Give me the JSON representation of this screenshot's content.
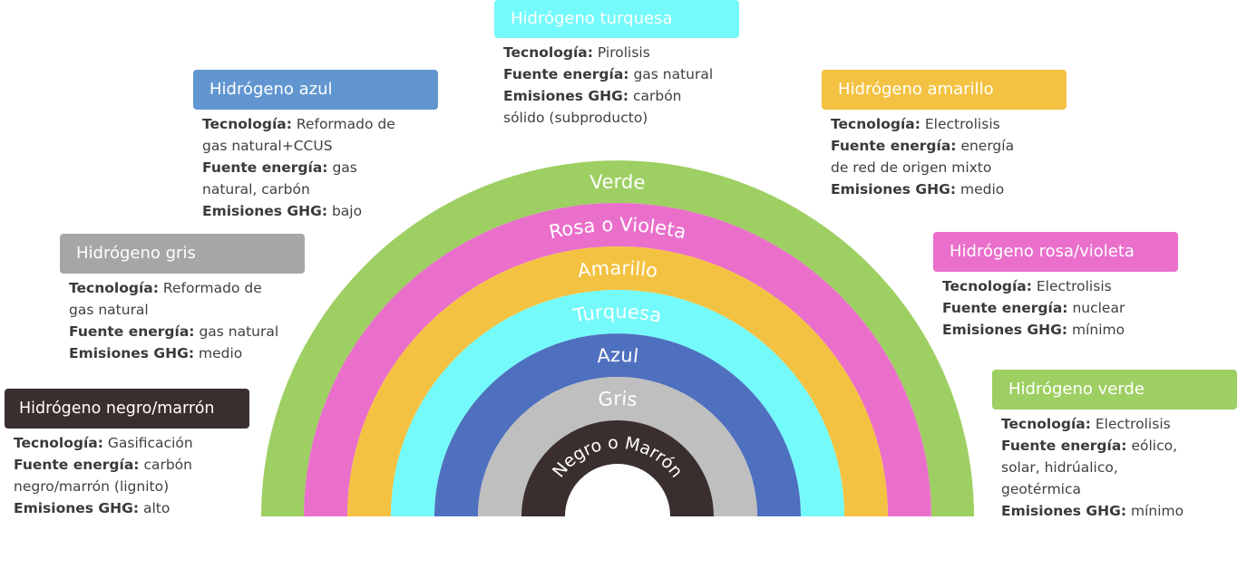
{
  "colors": {
    "verde": "#9ecf63",
    "rosa": "#ea6fcb",
    "amarillo": "#f4c242",
    "turquesa": "#74fafb",
    "azul": "#4e70be",
    "gris": "#bfbfbf",
    "negro": "#3b2e2e",
    "header_gris": "#a6a6a6",
    "header_azul": "#6196d1",
    "header_negro": "#3b2e2e"
  },
  "arcs": [
    {
      "key": "verde",
      "label": "Verde"
    },
    {
      "key": "rosa",
      "label": "Rosa o Violeta"
    },
    {
      "key": "amarillo",
      "label": "Amarillo"
    },
    {
      "key": "turquesa",
      "label": "Turquesa"
    },
    {
      "key": "azul",
      "label": "Azul"
    },
    {
      "key": "gris",
      "label": "Gris"
    },
    {
      "key": "negro",
      "label": "Negro o Marrón"
    }
  ],
  "labels": {
    "tecnologia": "Tecnología:",
    "fuente": "Fuente energía:",
    "emisiones": "Emisiones GHG:"
  },
  "cards": {
    "turquesa": {
      "title": "Hidrógeno turquesa",
      "tecnologia": "Pirolisis",
      "fuente_line1": "gas natural",
      "emisiones_line1": "carbón",
      "emisiones_line2": "sólido (subproducto)"
    },
    "azul": {
      "title": "Hidrógeno azul",
      "tecnologia_line1": "Reformado de",
      "tecnologia_line2": "gas natural+CCUS",
      "fuente_line1": "gas",
      "fuente_line2": "natural, carbón",
      "emisiones": "bajo"
    },
    "amarillo": {
      "title": "Hidrógeno amarillo",
      "tecnologia": "Electrolisis",
      "fuente_line1": "energía",
      "fuente_line2": "de red de origen mixto",
      "emisiones": "medio"
    },
    "gris": {
      "title": "Hidrógeno gris",
      "tecnologia_line1": "Reformado de",
      "tecnologia_line2": "gas natural",
      "fuente": "gas natural",
      "emisiones": "medio"
    },
    "rosa": {
      "title": "Hidrógeno rosa/violeta",
      "tecnologia": "Electrolisis",
      "fuente": "nuclear",
      "emisiones": "mínimo"
    },
    "negro": {
      "title": "Hidrógeno negro/marrón",
      "tecnologia": "Gasificación",
      "fuente_line1": "carbón",
      "fuente_line2": "negro/marrón (lignito)",
      "emisiones": "alto"
    },
    "verde": {
      "title": "Hidrógeno verde",
      "tecnologia": "Electrolisis",
      "fuente_line1": "eólico,",
      "fuente_line2": "solar, hidrúalico,",
      "fuente_line3": "geotérmica",
      "emisiones": "mínimo"
    }
  }
}
